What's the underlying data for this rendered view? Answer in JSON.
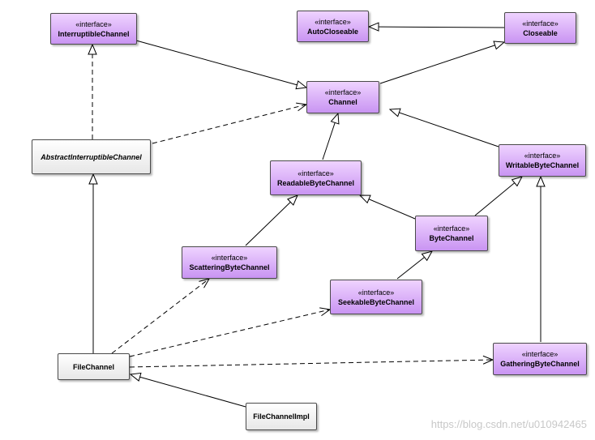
{
  "stereotype": "«interface»",
  "nodes": {
    "interruptible_channel": "InterruptibleChannel",
    "auto_closeable": "AutoCloseable",
    "closeable": "Closeable",
    "channel": "Channel",
    "abstract_interruptible_channel": "AbstractInterruptibleChannel",
    "readable_byte_channel": "ReadableByteChannel",
    "writable_byte_channel": "WritableByteChannel",
    "byte_channel": "ByteChannel",
    "scattering_byte_channel": "ScatteringByteChannel",
    "seekable_byte_channel": "SeekableByteChannel",
    "file_channel": "FileChannel",
    "gathering_byte_channel": "GatheringByteChannel",
    "file_channel_impl": "FileChannelImpl"
  },
  "watermark": "https://blog.csdn.net/u010942465"
}
